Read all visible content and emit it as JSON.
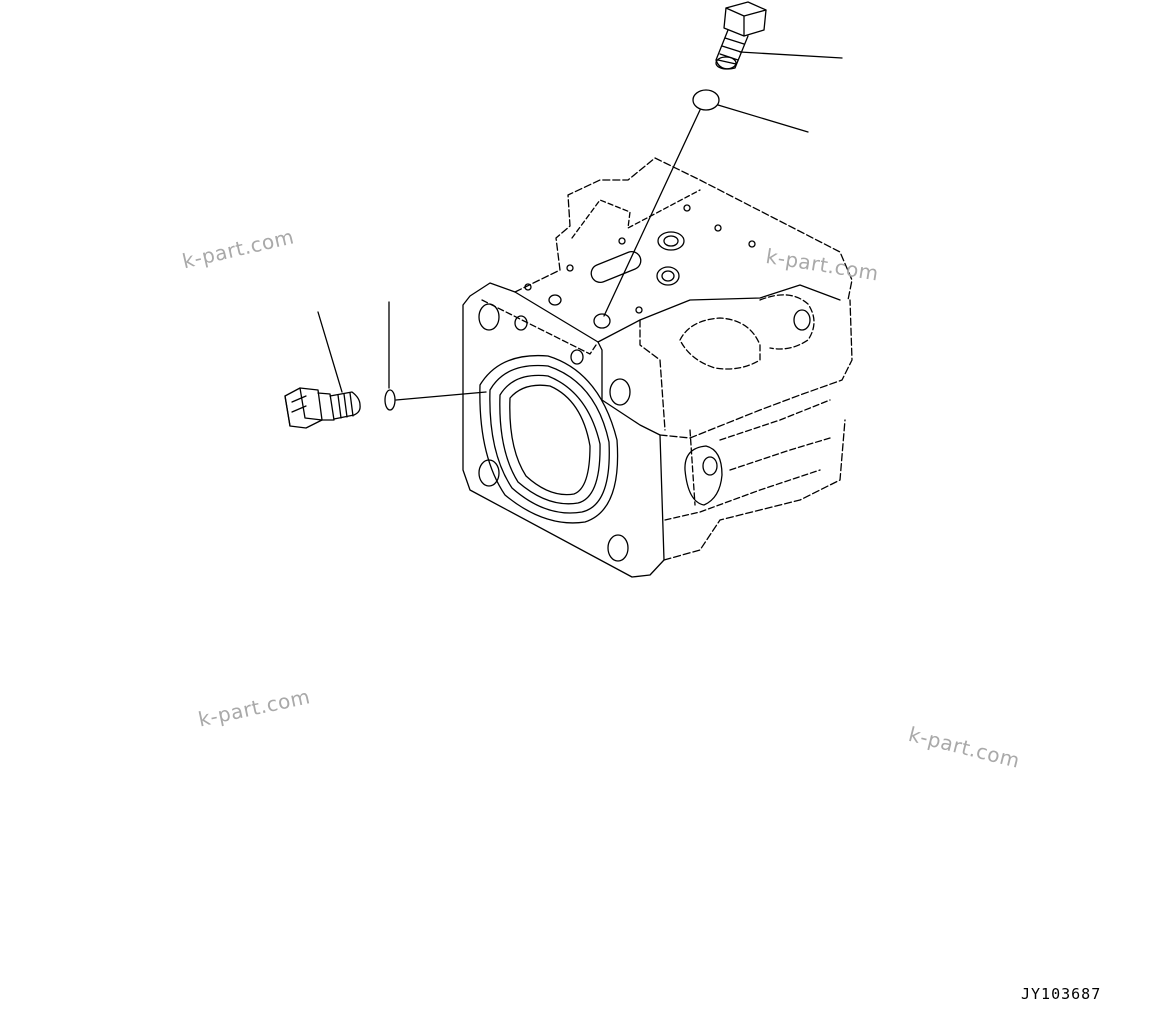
{
  "diagram": {
    "drawing_number": "JY103687",
    "watermarks": [
      "k-part.com",
      "k-part.com",
      "k-part.com",
      "k-part.com"
    ],
    "line_color": "#000000",
    "watermark_color": "#a9a9a9",
    "background_color": "#ffffff"
  }
}
